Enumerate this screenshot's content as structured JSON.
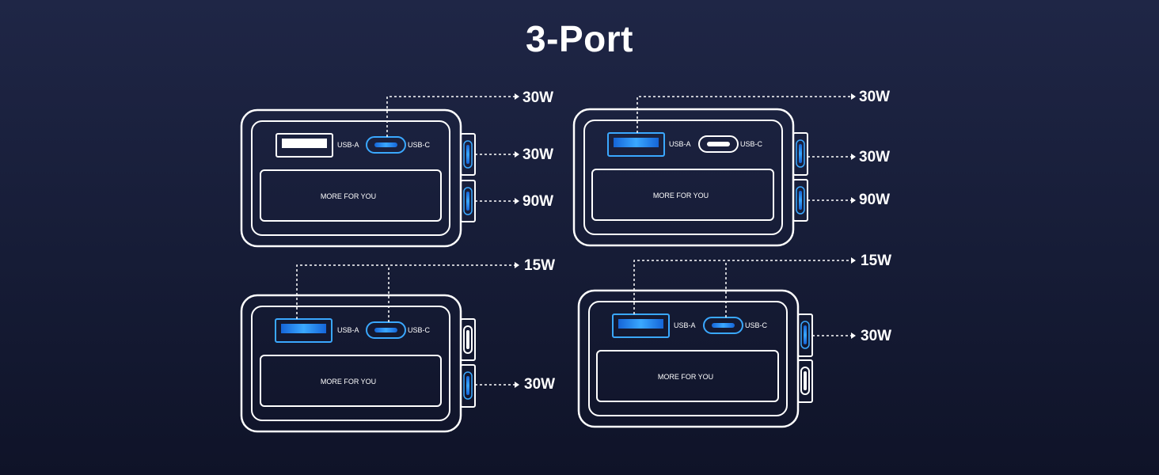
{
  "title": "3-Port",
  "labels": {
    "usb_a": "USB-A",
    "usb_c": "USB-C",
    "panel": "MORE FOR YOU"
  },
  "colors": {
    "background_top": "#1f2646",
    "background_bottom": "#0f1328",
    "outline": "#ffffff",
    "active_port": "#1e90ff"
  },
  "configurations": [
    {
      "name": "config-top-left",
      "active_ports": [
        "front-usb-c",
        "side-top",
        "side-bottom"
      ],
      "outputs": {
        "front_usb_c": "30W",
        "side_top": "30W",
        "side_bottom": "90W"
      }
    },
    {
      "name": "config-top-right",
      "active_ports": [
        "front-usb-a",
        "side-top",
        "side-bottom"
      ],
      "outputs": {
        "front_usb_a": "30W",
        "side_top": "30W",
        "side_bottom": "90W"
      }
    },
    {
      "name": "config-bottom-left",
      "active_ports": [
        "front-usb-a",
        "front-usb-c",
        "side-bottom"
      ],
      "outputs": {
        "front_shared": "15W",
        "side_bottom": "30W"
      }
    },
    {
      "name": "config-bottom-right",
      "active_ports": [
        "front-usb-a",
        "front-usb-c",
        "side-top"
      ],
      "outputs": {
        "front_shared": "15W",
        "side_top": "30W"
      }
    }
  ]
}
